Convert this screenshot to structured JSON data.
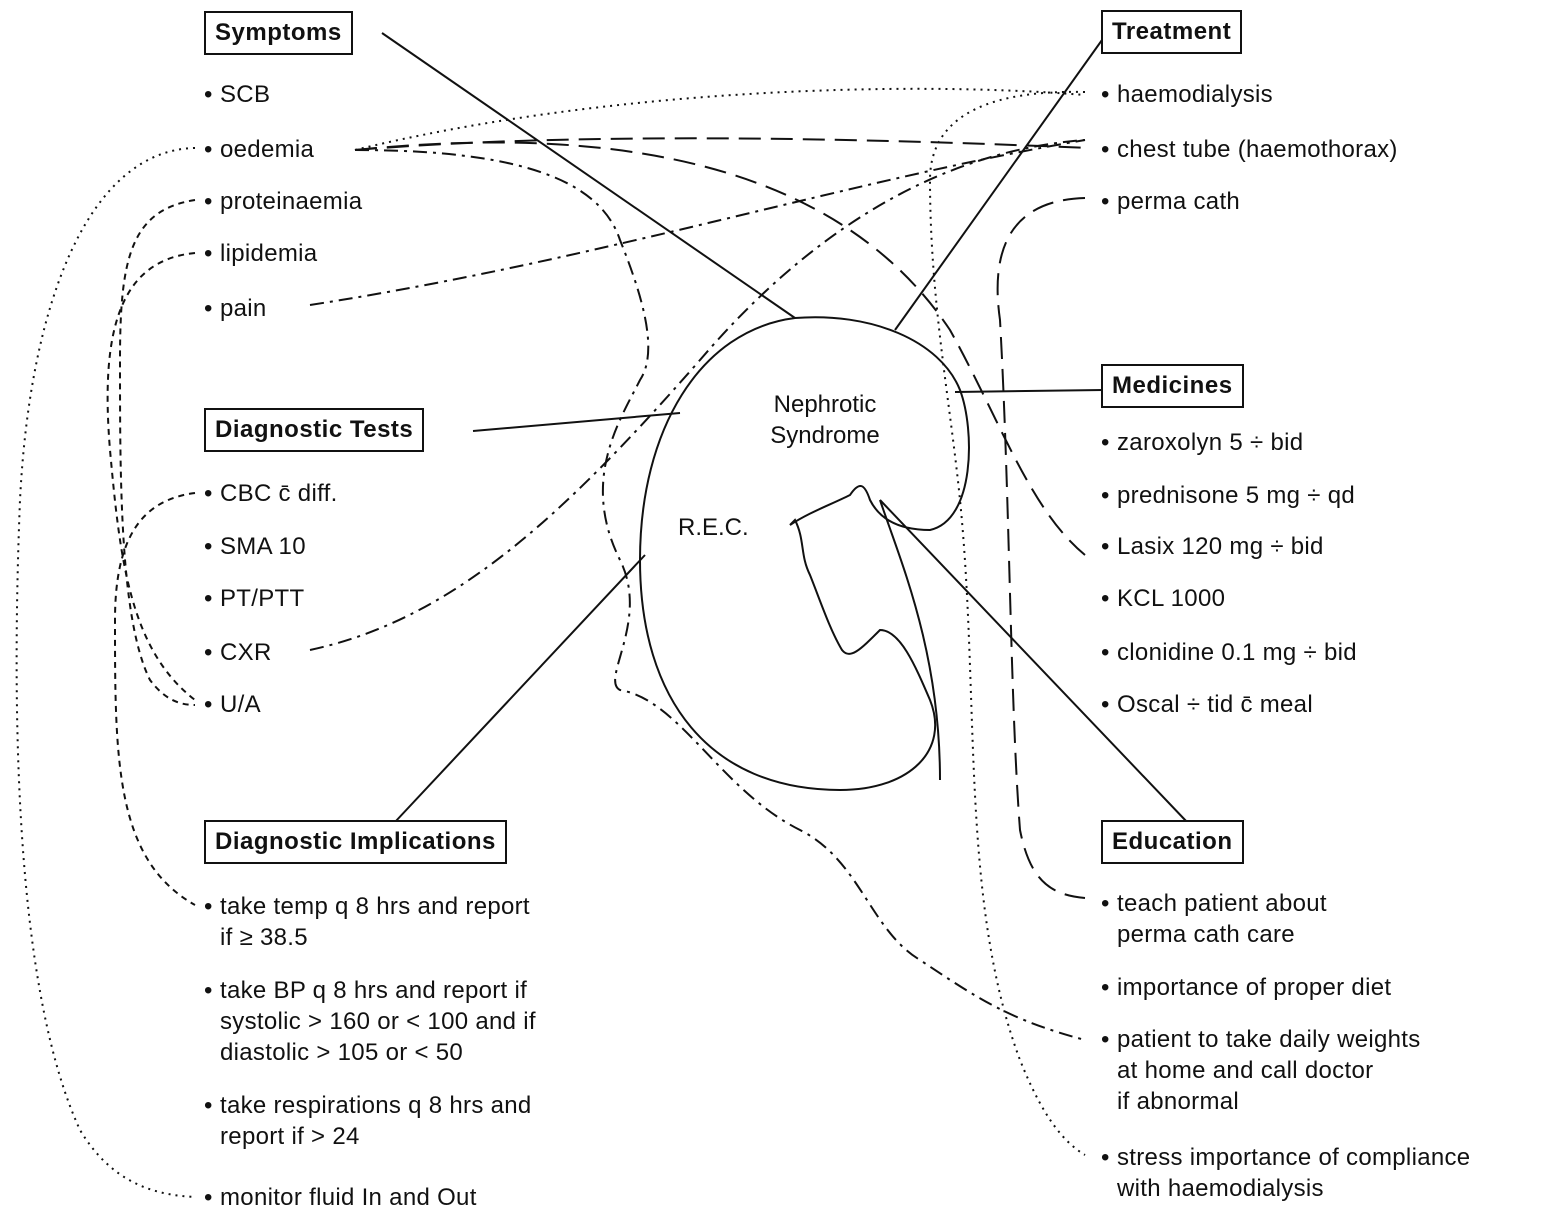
{
  "center": {
    "title_line1": "Nephrotic",
    "title_line2": "Syndrome",
    "sub": "R.E.C."
  },
  "symptoms": {
    "heading": "Symptoms",
    "items": [
      "SCB",
      "oedemia",
      "proteinaemia",
      "lipidemia",
      "pain"
    ]
  },
  "diagnostic_tests": {
    "heading": "Diagnostic Tests",
    "items": [
      "CBC c̄ diff.",
      "SMA 10",
      "PT/PTT",
      "CXR",
      "U/A"
    ]
  },
  "diagnostic_implications": {
    "heading": "Diagnostic Implications",
    "items": [
      [
        "take temp q 8 hrs and report",
        "if ≥ 38.5"
      ],
      [
        "take BP q 8 hrs and report if",
        "systolic > 160 or < 100 and if",
        "diastolic > 105 or < 50"
      ],
      [
        "take respirations q 8 hrs and",
        "report if > 24"
      ],
      [
        "monitor fluid In and Out"
      ]
    ]
  },
  "treatment": {
    "heading": "Treatment",
    "items": [
      "haemodialysis",
      "chest tube (haemothorax)",
      "perma cath"
    ]
  },
  "medicines": {
    "heading": "Medicines",
    "items": [
      "zaroxolyn 5 ÷ bid",
      "prednisone 5 mg ÷ qd",
      "Lasix 120 mg ÷ bid",
      "KCL 1000",
      "clonidine 0.1 mg ÷ bid",
      "Oscal ÷ tid c̄ meal"
    ]
  },
  "education": {
    "heading": "Education",
    "items": [
      [
        "teach patient about",
        "perma cath care"
      ],
      [
        "importance of proper diet"
      ],
      [
        "patient to take daily weights",
        "at home and call doctor",
        "if abnormal"
      ],
      [
        "stress importance of compliance",
        "with haemodialysis"
      ]
    ]
  }
}
